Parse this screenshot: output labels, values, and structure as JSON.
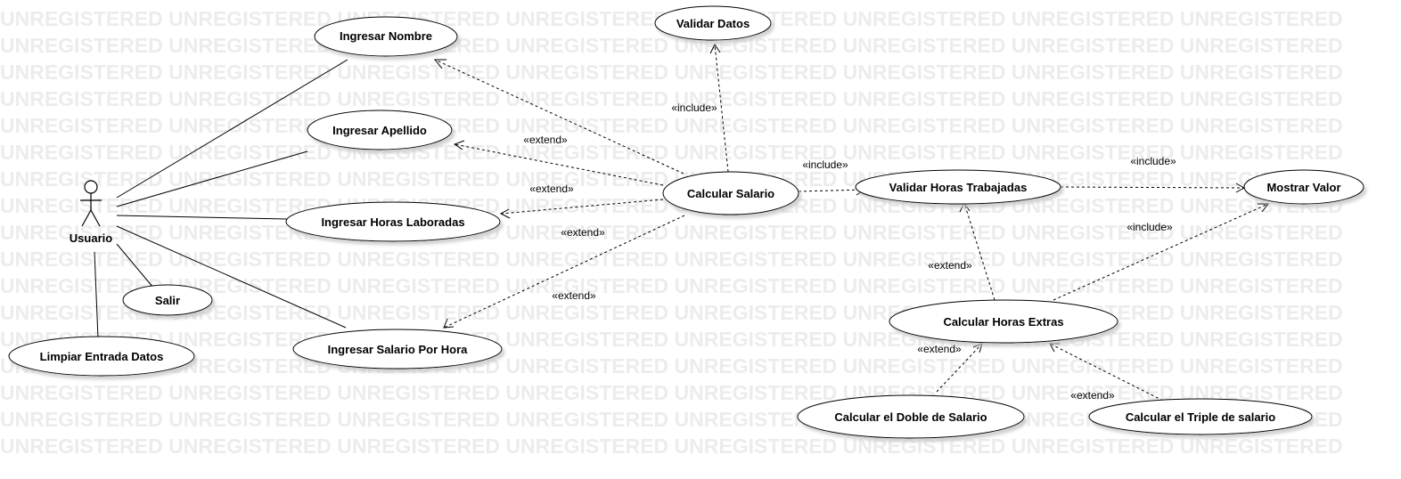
{
  "watermark": {
    "text": "UNREGISTERED",
    "rows": 17,
    "repeats": 8
  },
  "actor": {
    "label": "Usuario"
  },
  "use_cases": {
    "ingresar_nombre": "Ingresar Nombre",
    "ingresar_apellido": "Ingresar Apellido",
    "ingresar_horas": "Ingresar Horas Laboradas",
    "salir": "Salir",
    "limpiar": "Limpiar Entrada Datos",
    "ingresar_salario": "Ingresar Salario Por Hora",
    "validar_datos": "Validar Datos",
    "calcular_salario": "Calcular Salario",
    "validar_horas": "Validar Horas Trabajadas",
    "mostrar_valor": "Mostrar Valor",
    "calcular_extras": "Calcular Horas Extras",
    "calcular_doble": "Calcular el Doble de Salario",
    "calcular_triple": "Calcular el Triple de salario"
  },
  "stereotypes": {
    "include_validar_datos": "«include»",
    "extend_nombre": "«extend»",
    "extend_apellido": "«extend»",
    "extend_horas": "«extend»",
    "extend_salario": "«extend»",
    "include_validar_horas": "«include»",
    "include_mostrar_valor": "«include»",
    "extend_extras_validar": "«extend»",
    "include_extras_mostrar": "«include»",
    "extend_doble": "«extend»",
    "extend_triple": "«extend»"
  },
  "colors": {
    "stroke": "#000000",
    "shadow": "#d8d8d8",
    "watermark": "#ececec",
    "background": "#ffffff"
  }
}
